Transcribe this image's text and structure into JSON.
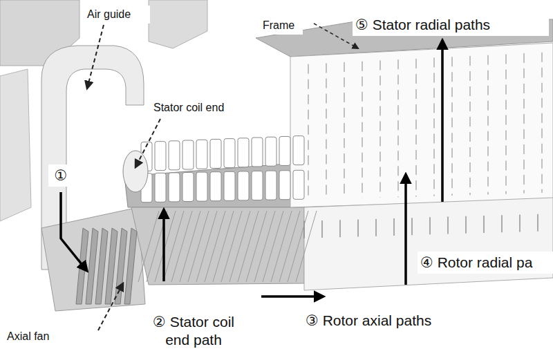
{
  "diagram": {
    "labels": [
      "Air guide",
      "Frame",
      "⑤ Stator radial paths",
      "Stator coil end",
      "①",
      "② Stator coil end path",
      "③ Rotor axial paths",
      "④ Rotor radial pa",
      "Axial fan"
    ]
  }
}
